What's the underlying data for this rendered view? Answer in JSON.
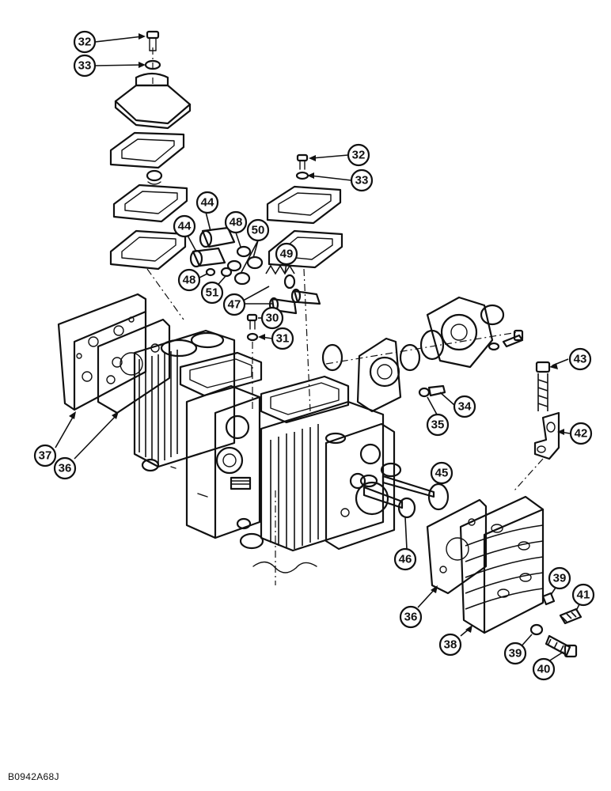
{
  "figure_code": "B0942A68J",
  "callouts": [
    {
      "id": "c32a",
      "label": "32"
    },
    {
      "id": "c33a",
      "label": "33"
    },
    {
      "id": "c32b",
      "label": "32"
    },
    {
      "id": "c33b",
      "label": "33"
    },
    {
      "id": "c44a",
      "label": "44"
    },
    {
      "id": "c48a",
      "label": "48"
    },
    {
      "id": "c50",
      "label": "50"
    },
    {
      "id": "c44b",
      "label": "44"
    },
    {
      "id": "c49",
      "label": "49"
    },
    {
      "id": "c48b",
      "label": "48"
    },
    {
      "id": "c51",
      "label": "51"
    },
    {
      "id": "c47",
      "label": "47"
    },
    {
      "id": "c30",
      "label": "30"
    },
    {
      "id": "c31",
      "label": "31"
    },
    {
      "id": "c43",
      "label": "43"
    },
    {
      "id": "c34",
      "label": "34"
    },
    {
      "id": "c35",
      "label": "35"
    },
    {
      "id": "c42",
      "label": "42"
    },
    {
      "id": "c37",
      "label": "37"
    },
    {
      "id": "c36a",
      "label": "36"
    },
    {
      "id": "c45",
      "label": "45"
    },
    {
      "id": "c46",
      "label": "46"
    },
    {
      "id": "c39a",
      "label": "39"
    },
    {
      "id": "c41",
      "label": "41"
    },
    {
      "id": "c36b",
      "label": "36"
    },
    {
      "id": "c38",
      "label": "38"
    },
    {
      "id": "c39b",
      "label": "39"
    },
    {
      "id": "c40",
      "label": "40"
    }
  ]
}
